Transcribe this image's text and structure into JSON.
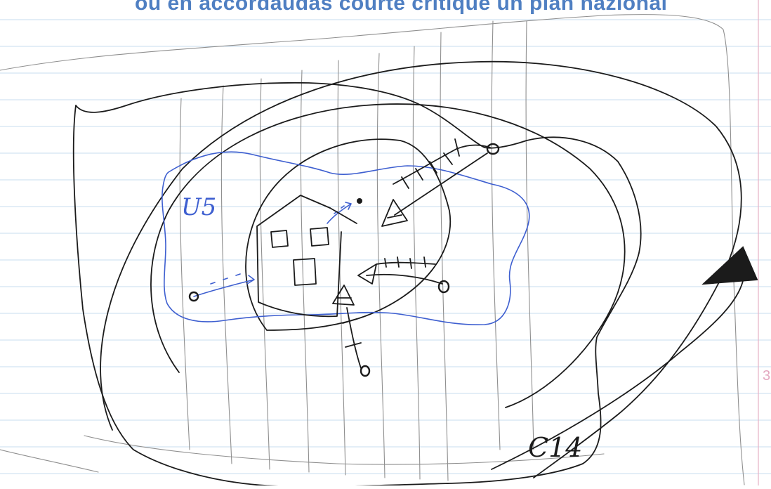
{
  "header": {
    "title": "où en accordaudas courte critique un plan nazional"
  },
  "page_number": "3",
  "sketch": {
    "labels": {
      "blue_zone_label": "U5",
      "outer_zone_label": "C14"
    },
    "colors": {
      "ink": "#1b1b1b",
      "blue_ink": "#3e5fd0",
      "ruling": "#c7dcef",
      "margin_line": "#e7b6c9",
      "title_color": "#4f7fc2"
    }
  }
}
